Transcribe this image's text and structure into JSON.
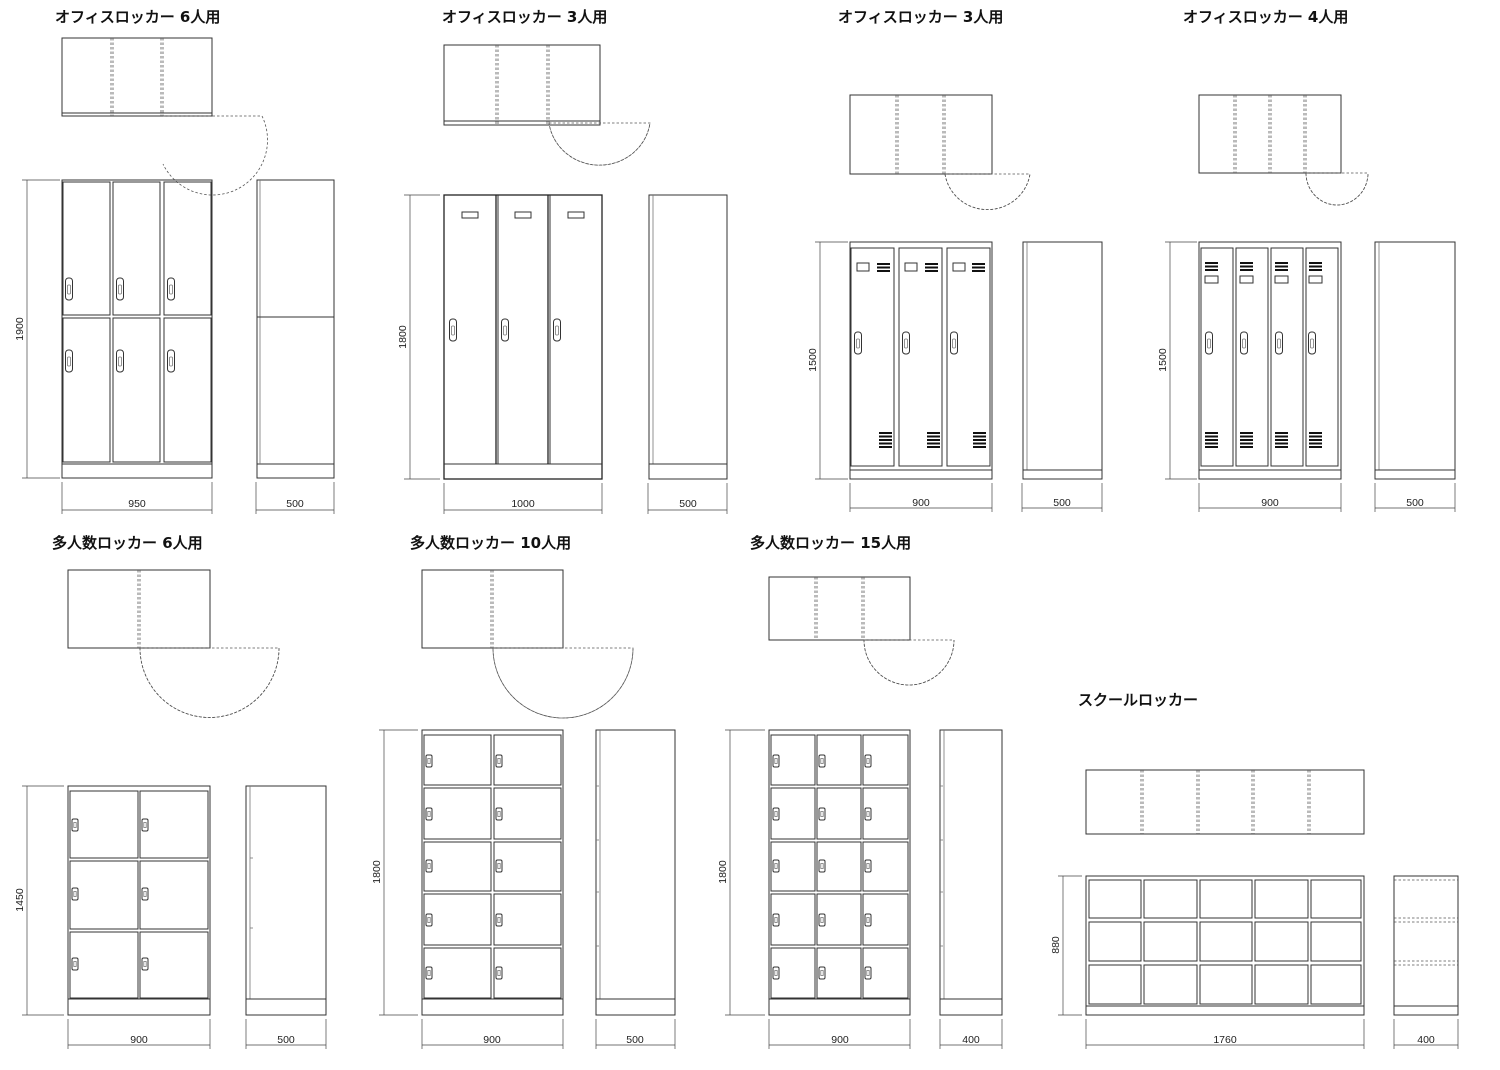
{
  "accent_color": "#333333",
  "lockers": [
    {
      "id": "office6",
      "title": "オフィスロッカー 6人用",
      "width_label": "950",
      "depth_label": "500",
      "height_label": "1900"
    },
    {
      "id": "office3a",
      "title": "オフィスロッカー 3人用",
      "width_label": "1000",
      "depth_label": "500",
      "height_label": "1800"
    },
    {
      "id": "office3b",
      "title": "オフィスロッカー 3人用",
      "width_label": "900",
      "depth_label": "500",
      "height_label": "1500"
    },
    {
      "id": "office4",
      "title": "オフィスロッカー 4人用",
      "width_label": "900",
      "depth_label": "500",
      "height_label": "1500"
    },
    {
      "id": "multi6",
      "title": "多人数ロッカー 6人用",
      "width_label": "900",
      "depth_label": "500",
      "height_label": "1450"
    },
    {
      "id": "multi10",
      "title": "多人数ロッカー 10人用",
      "width_label": "900",
      "depth_label": "500",
      "height_label": "1800"
    },
    {
      "id": "multi15",
      "title": "多人数ロッカー 15人用",
      "width_label": "900",
      "depth_label": "400",
      "height_label": "1800"
    },
    {
      "id": "school",
      "title": "スクールロッカー",
      "width_label": "1760",
      "depth_label": "400",
      "height_label": "880"
    }
  ]
}
